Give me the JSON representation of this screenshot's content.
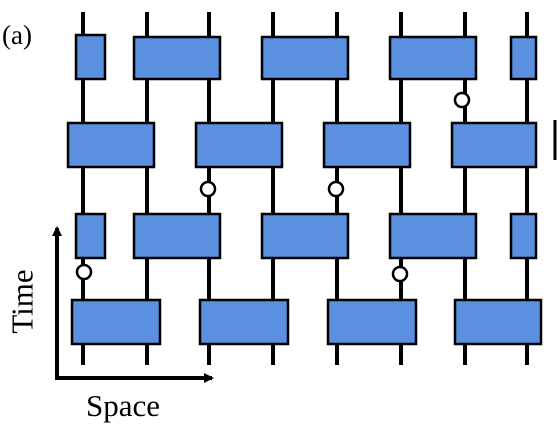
{
  "diagram": {
    "panel_label": "(a)",
    "axis_time_label": "Time",
    "axis_space_label": "Space",
    "colors": {
      "gate_fill": "#5b8fe0",
      "gate_stroke": "#000000",
      "wire": "#000000",
      "measurement_fill": "#ffffff"
    },
    "layers": [
      {
        "name": "layer-1-top",
        "gate_count": 5,
        "partial_edges": [
          "left",
          "right"
        ]
      },
      {
        "name": "layer-2",
        "gate_count": 4,
        "partial_edges": [
          "right"
        ]
      },
      {
        "name": "layer-3",
        "gate_count": 5,
        "partial_edges": [
          "left",
          "right"
        ]
      },
      {
        "name": "layer-4-bottom",
        "gate_count": 4,
        "partial_edges": []
      }
    ],
    "measurement_count": 5,
    "wire_count": 8
  }
}
